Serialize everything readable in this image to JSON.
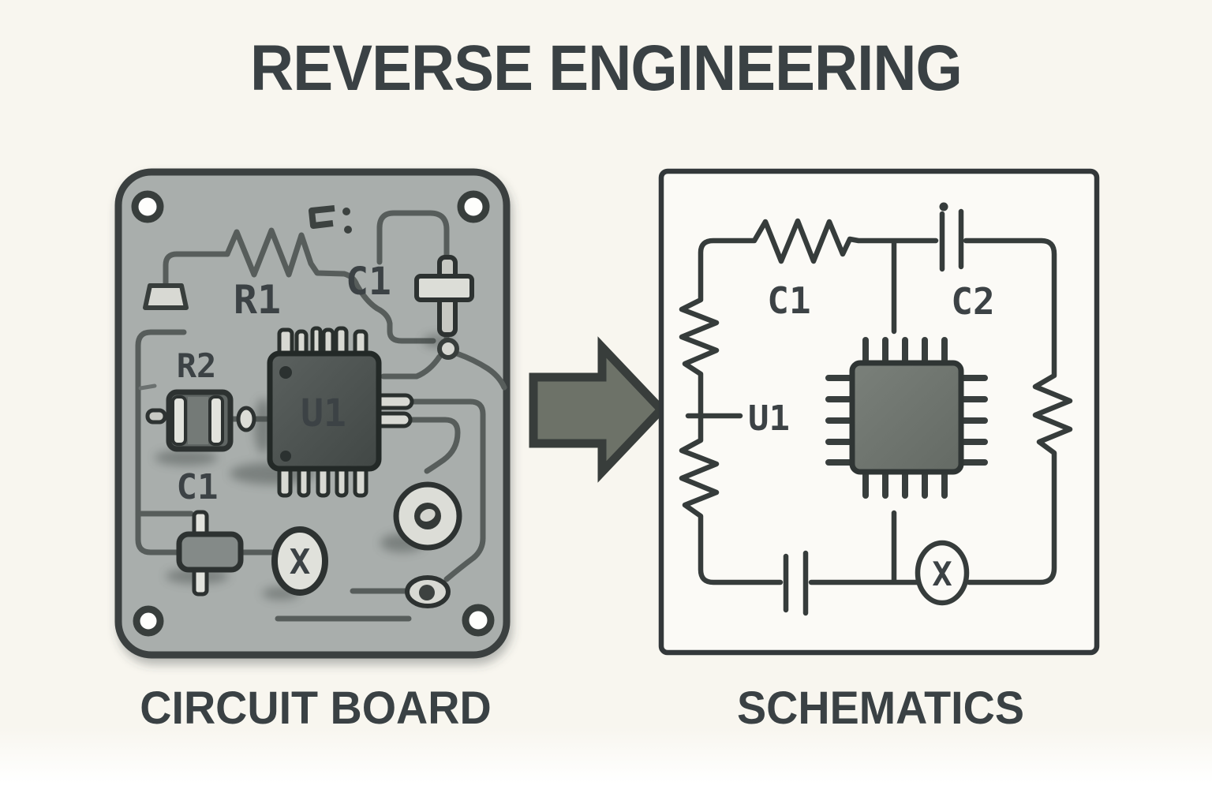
{
  "title": "REVERSE ENGINEERING",
  "board": {
    "caption": "CIRCUIT BOARD",
    "labels": {
      "r1": "R1",
      "c1_top": "C1",
      "r2": "R2",
      "c1_bottom": "C1",
      "u1": "U1",
      "x_marker": "X"
    }
  },
  "schematic": {
    "caption": "SCHEMATICS",
    "labels": {
      "c1": "C1",
      "c2": "C2",
      "u1": "U1",
      "x_marker": "X"
    }
  },
  "colors": {
    "background": "#f8f6ef",
    "ink": "#3a4144",
    "board_fill": "#a9aeac",
    "board_trace": "#575d5b",
    "chip_fill": "#4b514f",
    "schematic_chip_fill": "#6f7570",
    "component_light": "#dcddd7",
    "arrow_fill": "#6d7268",
    "hole_fill": "#fdfdfa"
  }
}
